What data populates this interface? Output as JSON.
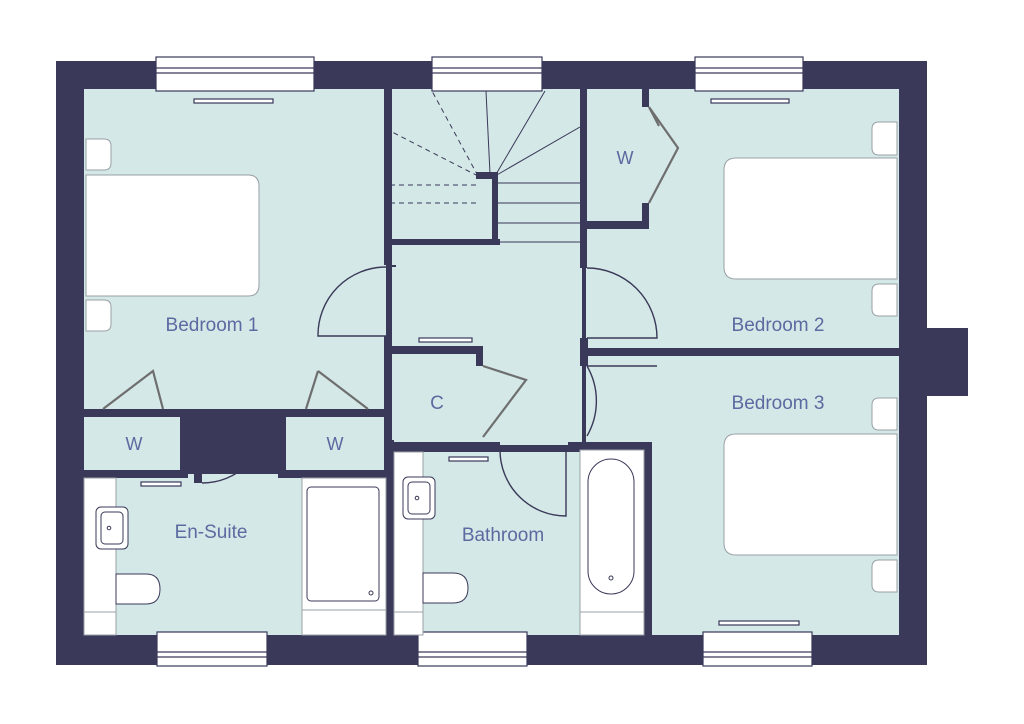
{
  "colors": {
    "wall": "#3a3959",
    "floor": "#d4e8e7",
    "fixture": "#ffffff",
    "fixture_stroke": "#9aa0a6",
    "label": "#5b6aa0",
    "door_line": "#3a3959",
    "robe_door": "#6e6e6e"
  },
  "rooms": {
    "bedroom1": "Bedroom 1",
    "bedroom2": "Bedroom 2",
    "bedroom3": "Bedroom 3",
    "ensuite": "En-Suite",
    "bathroom": "Bathroom",
    "cupboard": "C",
    "wardrobe_a": "W",
    "wardrobe_b": "W",
    "wardrobe_c": "W"
  }
}
